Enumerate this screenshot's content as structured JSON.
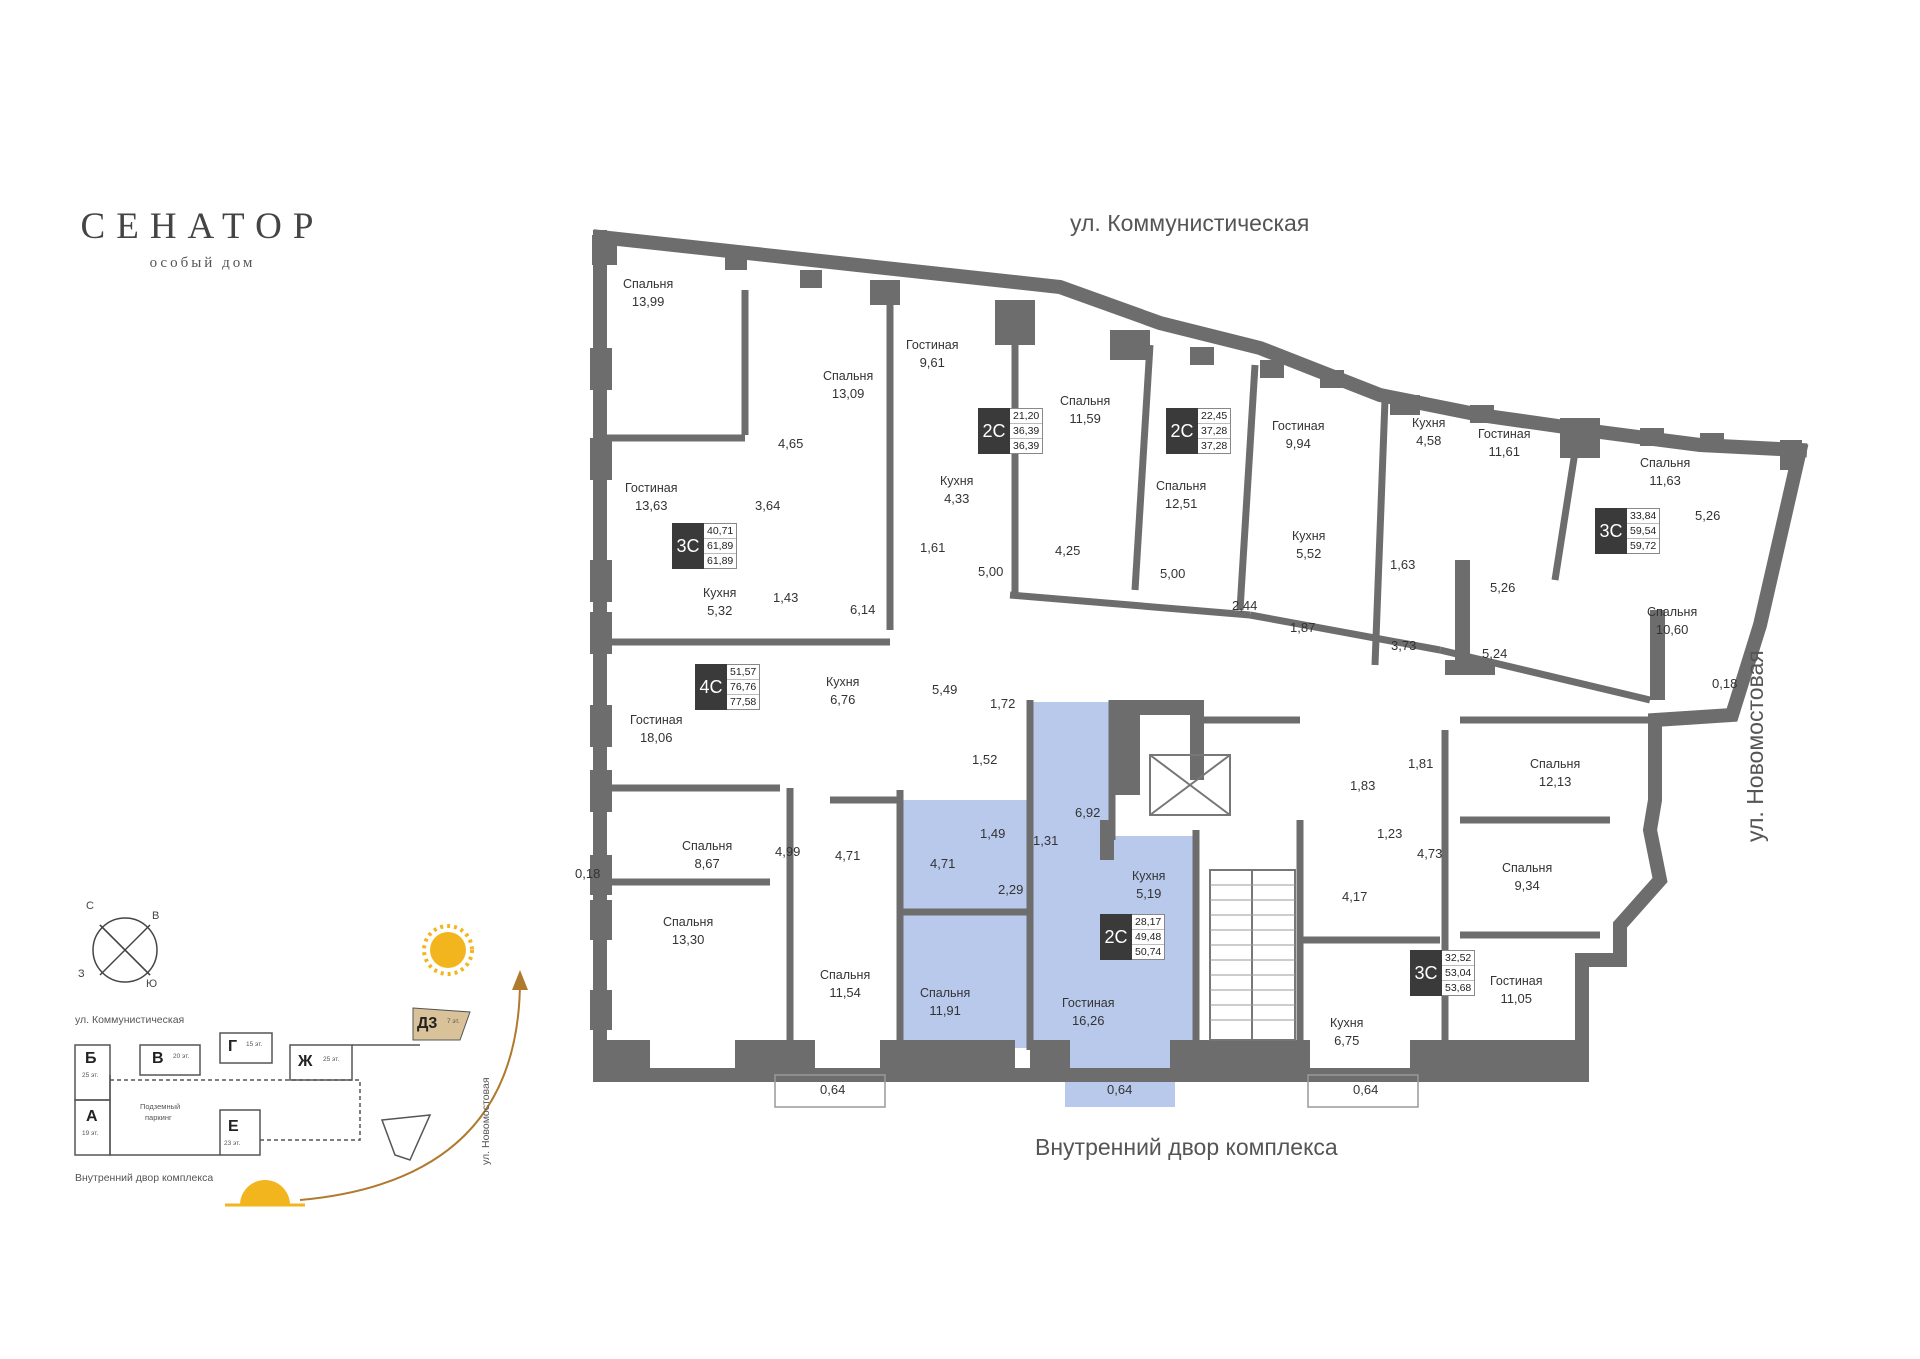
{
  "brand": {
    "title": "СЕНАТОР",
    "subtitle": "особый дом"
  },
  "streets": {
    "top": "ул. Коммунистическая",
    "bottom": "Внутренний двор комплекса",
    "right": "ул. Новомостовая"
  },
  "colors": {
    "wall": "#6d6d6d",
    "highlight": "#b9c9ec",
    "apartment_badge": "#3a3a3a",
    "sun": "#f2b51d",
    "arrow": "#b07a2e",
    "selected_block": "#d9c29a"
  },
  "apartments": [
    {
      "code": "3С",
      "areas": [
        "40,71",
        "61,89",
        "61,89"
      ]
    },
    {
      "code": "2С",
      "areas": [
        "21,20",
        "36,39",
        "36,39"
      ]
    },
    {
      "code": "2С",
      "areas": [
        "22,45",
        "37,28",
        "37,28"
      ]
    },
    {
      "code": "3С",
      "areas": [
        "33,84",
        "59,54",
        "59,72"
      ]
    },
    {
      "code": "4С",
      "areas": [
        "51,57",
        "76,76",
        "77,58"
      ]
    },
    {
      "code": "2С",
      "areas": [
        "28,17",
        "49,48",
        "50,74"
      ]
    },
    {
      "code": "3С",
      "areas": [
        "32,52",
        "53,04",
        "53,68"
      ]
    }
  ],
  "rooms": [
    {
      "name": "Спальня",
      "value": "13,99"
    },
    {
      "name": "Спальня",
      "value": "13,09"
    },
    {
      "name": "Гостиная",
      "value": "9,61"
    },
    {
      "name": "Спальня",
      "value": "11,59"
    },
    {
      "name": "Спальня",
      "value": "12,51"
    },
    {
      "name": "Гостиная",
      "value": "9,94"
    },
    {
      "name": "Кухня",
      "value": "4,58"
    },
    {
      "name": "Гостиная",
      "value": "11,61"
    },
    {
      "name": "Спальня",
      "value": "11,63"
    },
    {
      "name": "Гостиная",
      "value": "13,63"
    },
    {
      "name": "Кухня",
      "value": "4,33"
    },
    {
      "name": "Кухня",
      "value": "5,52"
    },
    {
      "name": "Кухня",
      "value": "5,32"
    },
    {
      "name": "Спальня",
      "value": "10,60"
    },
    {
      "name": "Кухня",
      "value": "6,76"
    },
    {
      "name": "Гостиная",
      "value": "18,06"
    },
    {
      "name": "Спальня",
      "value": "12,13"
    },
    {
      "name": "Спальня",
      "value": "8,67"
    },
    {
      "name": "Кухня",
      "value": "5,19"
    },
    {
      "name": "Спальня",
      "value": "9,34"
    },
    {
      "name": "Спальня",
      "value": "13,30"
    },
    {
      "name": "Спальня",
      "value": "11,54"
    },
    {
      "name": "Спальня",
      "value": "11,91"
    },
    {
      "name": "Гостиная",
      "value": "16,26"
    },
    {
      "name": "Гостиная",
      "value": "11,05"
    },
    {
      "name": "Кухня",
      "value": "6,75"
    }
  ],
  "dimensions": [
    "4,65",
    "3,64",
    "1,61",
    "5,00",
    "4,25",
    "5,00",
    "2,44",
    "1,63",
    "5,26",
    "5,26",
    "1,43",
    "6,14",
    "1,87",
    "3,73",
    "5,24",
    "0,18",
    "5,49",
    "1,72",
    "1,52",
    "1,83",
    "1,81",
    "6,92",
    "1,49",
    "1,31",
    "1,23",
    "4,71",
    "4,71",
    "4,99",
    "4,73",
    "0,18",
    "2,29",
    "4,17",
    "0,64",
    "0,64",
    "0,64"
  ],
  "minimap": {
    "street_top": "ул. Коммунистическая",
    "street_right": "ул. Новомостовая",
    "courtyard": "Внутренний двор комплекса",
    "parking": [
      "Подземный",
      "паркинг"
    ],
    "blocks": [
      {
        "letter": "Б",
        "floors": "25 эт."
      },
      {
        "letter": "В",
        "floors": "20 эт."
      },
      {
        "letter": "Г",
        "floors": "15 эт."
      },
      {
        "letter": "Ж",
        "floors": "25 эт."
      },
      {
        "letter": "Д3",
        "floors": "7 эт."
      },
      {
        "letter": "А",
        "floors": "19 эт."
      },
      {
        "letter": "Е",
        "floors": "23 эт."
      }
    ]
  },
  "compass": [
    "С",
    "В",
    "Ю",
    "З"
  ]
}
